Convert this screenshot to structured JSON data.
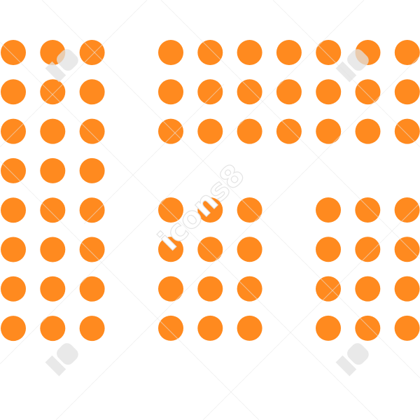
{
  "dot_color": "#FF8A1F",
  "watermark": {
    "text": "icons8",
    "color": "#FFFFFF",
    "line_color": "#E9E9E9",
    "logo_color": "#E2E2E2"
  },
  "groups": [
    {
      "id": "left-column",
      "rows": 8,
      "cols": 3
    },
    {
      "id": "top-right-block",
      "rows": 3,
      "cols": 7
    },
    {
      "id": "bottom-middle-block",
      "rows": 4,
      "cols": 3
    },
    {
      "id": "bottom-right-block",
      "rows": 4,
      "cols": 3
    }
  ]
}
